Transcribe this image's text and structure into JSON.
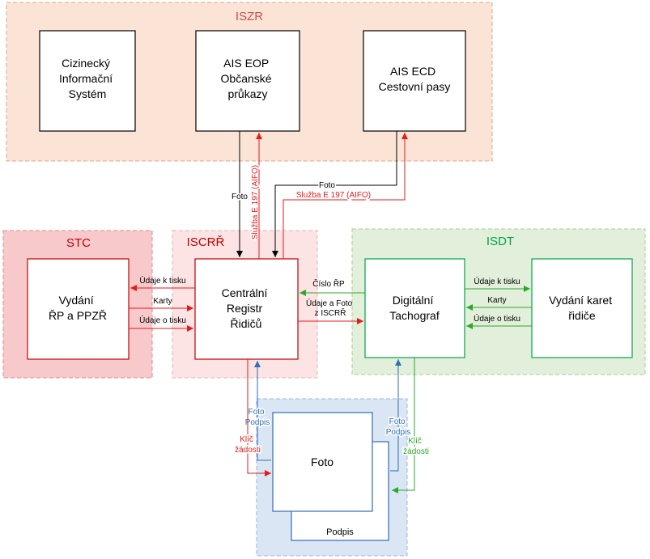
{
  "zones": {
    "iszr": {
      "title": "ISZR",
      "color": "#c0504d"
    },
    "stc": {
      "title": "STC",
      "color": "#c00000"
    },
    "iscrr": {
      "title": "ISCRŘ",
      "color": "#c00000"
    },
    "isdt": {
      "title": "ISDT",
      "color": "#00a44a"
    }
  },
  "boxes": {
    "cizinecky": {
      "lines": [
        "Cizinecký",
        "Informační",
        "Systém"
      ]
    },
    "ais_eop": {
      "lines": [
        "AIS EOP",
        "Občanské",
        "průkazy"
      ]
    },
    "ais_ecd": {
      "lines": [
        "AIS ECD",
        "Cestovní pasy"
      ]
    },
    "vydani_rp": {
      "lines": [
        "Vydání",
        "ŘP a PPZŘ"
      ]
    },
    "centralni": {
      "lines": [
        "Centrální",
        "Registr",
        "Řidičů"
      ]
    },
    "digitalni": {
      "lines": [
        "Digitální",
        "Tachograf"
      ]
    },
    "vydani_karet": {
      "lines": [
        "Vydání karet",
        "řidiče"
      ]
    },
    "foto": {
      "lines": [
        "Foto"
      ]
    },
    "podpis": {
      "lines": [
        "Podpis"
      ]
    }
  },
  "labels": {
    "foto_down": "Foto",
    "sluzba_up": "Služba E 197 (AIFO)",
    "foto_ecd": "Foto",
    "sluzba_ecd": "Služba E 197 (AIFO)",
    "udaje_k_tisku_left": "Údaje k tisku",
    "karty_left": "Karty",
    "udaje_o_tisku_left": "Údaje o tisku",
    "cislo_rp": "Číslo ŘP",
    "udaje_a_foto_1": "Údaje a Foto",
    "udaje_a_foto_2": "z ISCRŘ",
    "udaje_k_tisku_right": "Údaje k tisku",
    "karty_right": "Karty",
    "udaje_o_tisku_right": "Údaje o tisku",
    "foto_podpis_l1": "Foto",
    "foto_podpis_l2": "Podpis",
    "klic_l1": "Klíč",
    "klic_l2": "žádosti",
    "foto_podpis_r1": "Foto",
    "foto_podpis_r2": "Podpis",
    "klic_r1": "Klíč",
    "klic_r2": "žádosti"
  },
  "colors": {
    "black": "#000000",
    "red": "#e31b1b",
    "blue": "#2e6fb5",
    "green": "#2aa82a"
  }
}
